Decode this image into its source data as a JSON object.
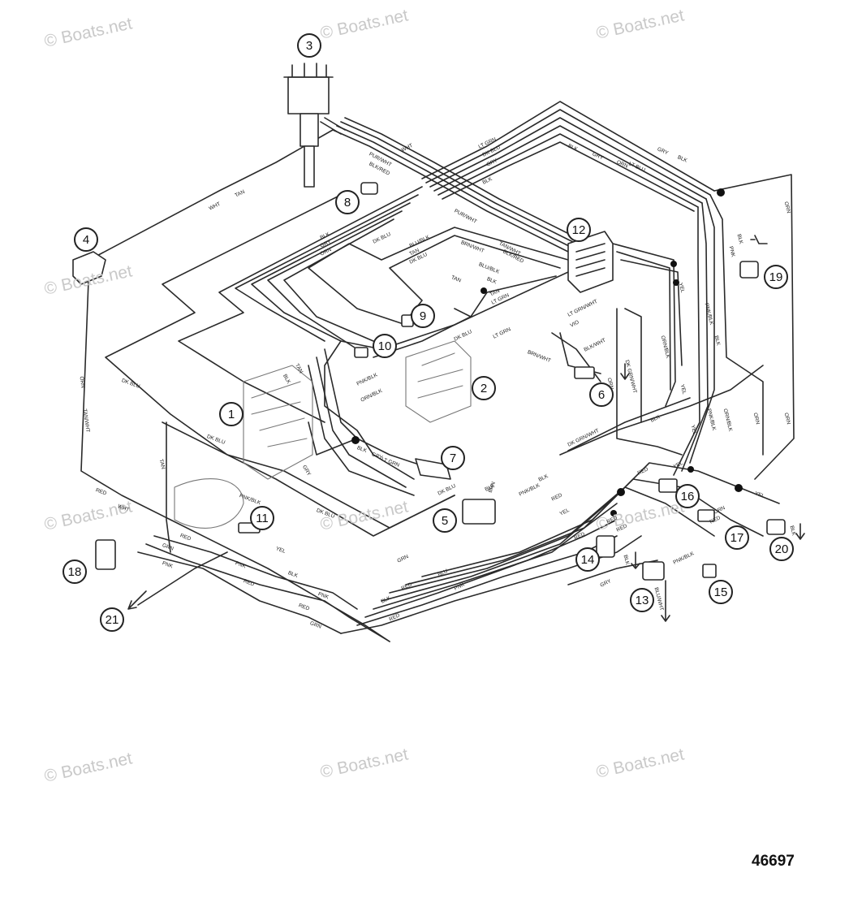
{
  "watermark": "© Boats.net",
  "figure_number": "46697",
  "callouts": [
    "1",
    "2",
    "3",
    "4",
    "5",
    "6",
    "7",
    "8",
    "9",
    "10",
    "11",
    "12",
    "13",
    "14",
    "15",
    "16",
    "17",
    "18",
    "19",
    "20",
    "21"
  ],
  "wire_labels": {
    "tan": "TAN",
    "dkblu": "DK BLU",
    "red": "RED",
    "pnk": "PNK",
    "grn": "GRN",
    "grnwht": "GRN/WHT",
    "yel": "YEL",
    "blk": "BLK",
    "gry": "GRY",
    "orn": "ORN",
    "ornblk": "ORN/BLK",
    "pnkblk": "PNK/BLK",
    "blu": "BLU",
    "blublk": "BLU/BLK",
    "ltgrn": "LT GRN",
    "purwht": "PUR/WHT",
    "blkwht": "BLK/WHT",
    "bluwht": "BLU/WHT",
    "dkgrnwht": "DK GRN/WHT",
    "wht": "WHT",
    "tanwht": "TAN/WHT",
    "ltblu": "LT BLU",
    "brn": "BRN",
    "blured": "BLU/RED",
    "ltgrnwht": "LT GRN/WHT",
    "vio": "VIO",
    "brnwht": "BRN/WHT",
    "blkred": "BLK/RED",
    "dkgrn": "DK GRN"
  }
}
